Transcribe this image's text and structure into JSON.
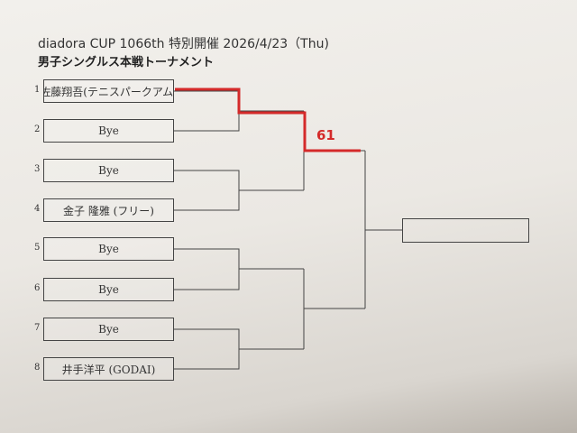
{
  "header": {
    "title": "diadora CUP 1066th 特別開催 2026/4/23（Thu)",
    "subtitle": "男子シングルス本戦トーナメント"
  },
  "entries": [
    {
      "seed": "1",
      "name": "佐藤翔吾(テニスパークアム)"
    },
    {
      "seed": "2",
      "name": "Bye"
    },
    {
      "seed": "3",
      "name": "Bye"
    },
    {
      "seed": "4",
      "name": "金子 隆雅 (フリー)"
    },
    {
      "seed": "5",
      "name": "Bye"
    },
    {
      "seed": "6",
      "name": "Bye"
    },
    {
      "seed": "7",
      "name": "Bye"
    },
    {
      "seed": "8",
      "name": "井手洋平 (GODAI)"
    }
  ],
  "results": {
    "semifinal_score": "61",
    "winner_color": "#d42a2a"
  }
}
